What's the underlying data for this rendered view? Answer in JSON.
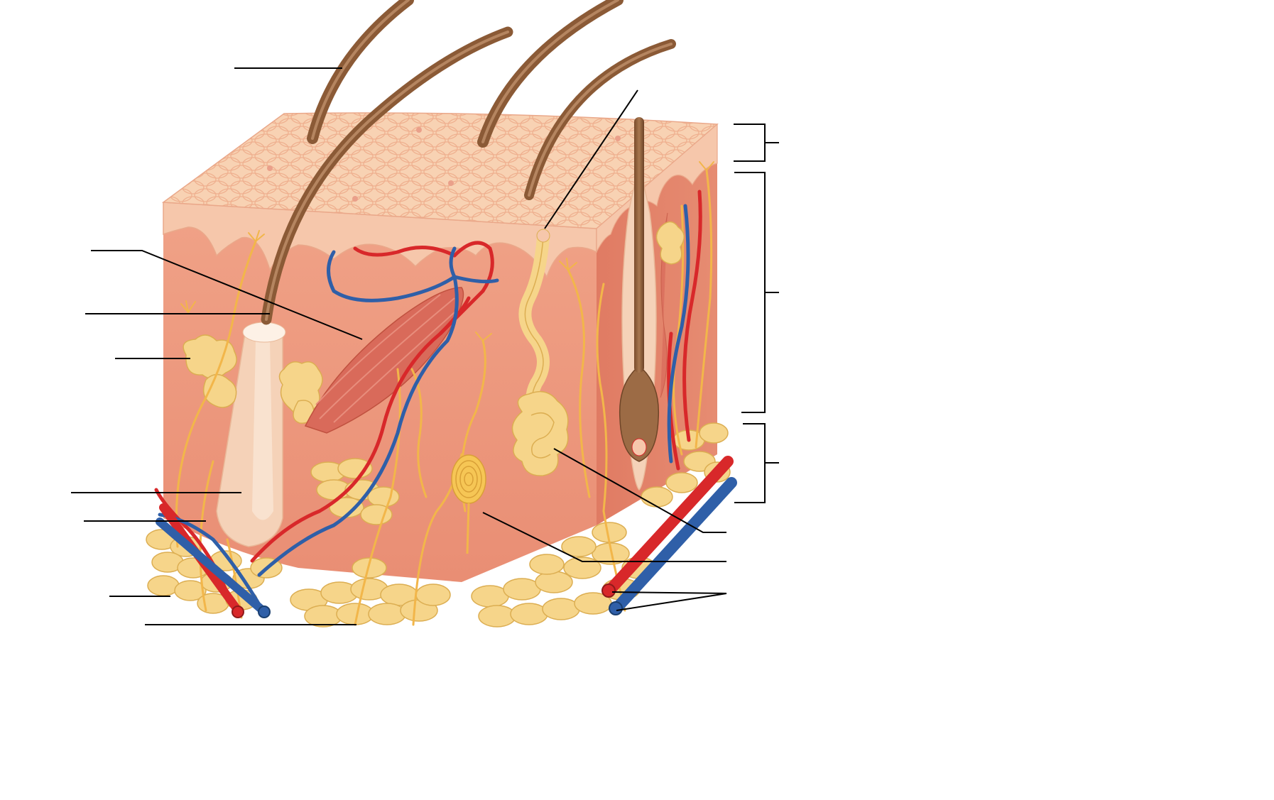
{
  "figure": {
    "type": "unlabeled skin cross-section diagram",
    "background": "#ffffff",
    "colors": {
      "epidermis_top": "#f8d2b3",
      "epidermis_cells": "#f2b48e",
      "epidermis_side": "#f6c7ab",
      "dermis": "#ec9478",
      "dermis_dark": "#e2806a",
      "hair_shaft": "#9c6b45",
      "hair_shaft_dark": "#6e4527",
      "follicle_sheath": "#f5d2b8",
      "fat": "#f6d58a",
      "fat_outline": "#dcae52",
      "artery": "#d8282a",
      "vein": "#2f5fa8",
      "nerve": "#f2b64a",
      "muscle": "#d96a5a",
      "leader_line": "#000000"
    },
    "labels_present": false,
    "label_slot_count": 14,
    "bracket_count": 3
  }
}
